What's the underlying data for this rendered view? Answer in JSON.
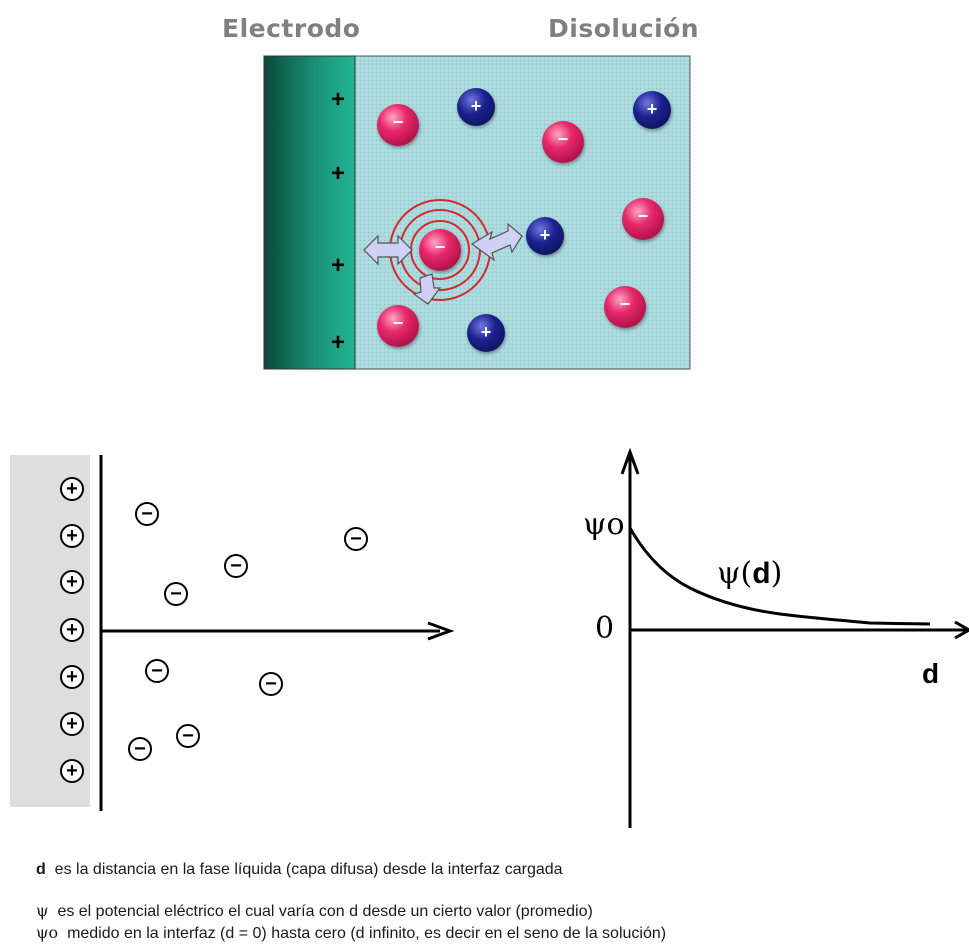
{
  "top_diagram": {
    "electrode_label": "Electrodo",
    "solution_label": "Disolución",
    "electrode_charge_symbol": "+",
    "anion_symbol": "−",
    "cation_symbol": "+"
  },
  "charge_diagram": {
    "positive_symbol": "+",
    "negative_symbol": "−"
  },
  "potential_graph": {
    "y_label_top": "ψo",
    "y_label_zero": "0",
    "curve_label_prefix": "ψ(",
    "curve_label_var": "d",
    "curve_label_suffix": ")",
    "x_label": "d"
  },
  "notes": {
    "line1_bold": "d",
    "line1_rest": "es la distancia en la fase líquida (capa difusa) desde la interfaz cargada",
    "line2_symbol": "ψ",
    "line2_rest": "es el potencial eléctrico el cual varía con d desde un cierto valor (promedio)",
    "line3_symbol": "ψo",
    "line3_rest": "medido en la interfaz (d = 0) hasta cero (d infinito, es decir en el seno de la solución)"
  },
  "colors": {
    "electrode_dark": "#0b4a3a",
    "electrode_light": "#1fa78a",
    "solution": "#a8d8dc",
    "anion": "#d8124f",
    "cation": "#141a78",
    "ring": "#d42a2a",
    "arrow": "#c8c8f0"
  }
}
